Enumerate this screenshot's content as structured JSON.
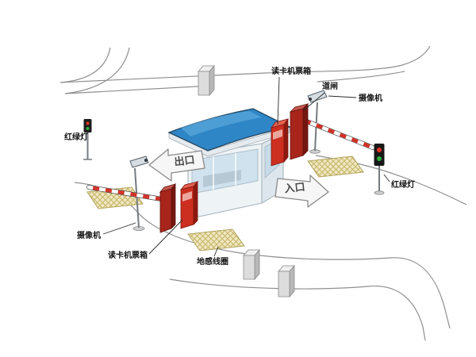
{
  "labels": {
    "card_reader_entry": "读卡机票箱",
    "barrier_gate": "道闸",
    "camera_entry": "摄像机",
    "traffic_light_left": "红绿灯",
    "exit": "出口",
    "entry": "入口",
    "camera_exit": "摄像机",
    "card_reader_exit": "读卡机票箱",
    "ground_coil": "地感线圈",
    "traffic_light_right": "红绿灯"
  },
  "colors": {
    "roof_blue": "#2e86c6",
    "roof_blue_light": "#6ab2e4",
    "reader_red": "#cc2f1f",
    "reader_red_dark": "#8d1a0f",
    "reader_red_light": "#e2604f",
    "barrier_red": "#a8251c",
    "arm_stripe_red": "#d23327",
    "coil_fill": "#efe7bf",
    "coil_hatch": "#c6b469",
    "coil_edge": "#b3a35c",
    "arrow_fill": "#f6f6f6",
    "arrow_stroke": "#8a8a8a",
    "label_text": "#141414",
    "light_red": "#e63326",
    "light_green": "#2fae3a"
  }
}
